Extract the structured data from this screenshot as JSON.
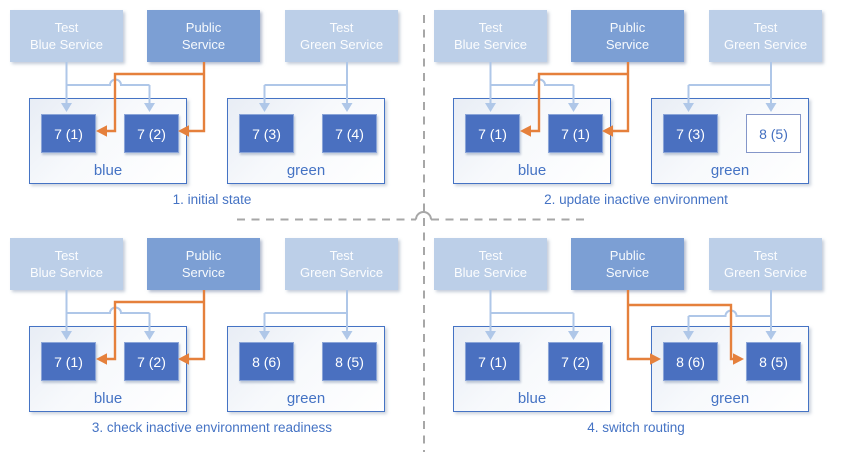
{
  "services": {
    "test_blue": "Test\nBlue Service",
    "public": "Public\nService",
    "test_green": "Test\nGreen Service"
  },
  "panels": [
    {
      "caption": "1. initial state",
      "public_routing": "blue",
      "environments": [
        {
          "name": "blue",
          "pods": [
            {
              "label": "7 (1)",
              "state": "active"
            },
            {
              "label": "7 (2)",
              "state": "active"
            }
          ]
        },
        {
          "name": "green",
          "pods": [
            {
              "label": "7 (3)",
              "state": "active"
            },
            {
              "label": "7 (4)",
              "state": "active"
            }
          ]
        }
      ]
    },
    {
      "caption": "2. update inactive environment",
      "public_routing": "blue",
      "environments": [
        {
          "name": "blue",
          "pods": [
            {
              "label": "7 (1)",
              "state": "active"
            },
            {
              "label": "7 (1)",
              "state": "active"
            }
          ]
        },
        {
          "name": "green",
          "pods": [
            {
              "label": "7 (3)",
              "state": "active"
            },
            {
              "label": "8 (5)",
              "state": "updating"
            }
          ]
        }
      ]
    },
    {
      "caption": "3. check inactive environment readiness",
      "public_routing": "blue",
      "environments": [
        {
          "name": "blue",
          "pods": [
            {
              "label": "7 (1)",
              "state": "active"
            },
            {
              "label": "7 (2)",
              "state": "active"
            }
          ]
        },
        {
          "name": "green",
          "pods": [
            {
              "label": "8 (6)",
              "state": "active"
            },
            {
              "label": "8 (5)",
              "state": "active"
            }
          ]
        }
      ]
    },
    {
      "caption": "4. switch routing",
      "public_routing": "green",
      "environments": [
        {
          "name": "blue",
          "pods": [
            {
              "label": "7 (1)",
              "state": "active"
            },
            {
              "label": "7 (2)",
              "state": "active"
            }
          ]
        },
        {
          "name": "green",
          "pods": [
            {
              "label": "8 (6)",
              "state": "active"
            },
            {
              "label": "8 (5)",
              "state": "active"
            }
          ]
        }
      ]
    }
  ],
  "colors": {
    "accent_blue": "#4573C4",
    "service_light_fill": "#BCCFE8",
    "service_public_fill": "#7C9FD4",
    "pod_fill": "#4A70C0",
    "pod_border": "#8BA5D8",
    "test_connector": "#AFC7E8",
    "public_connector": "#E5803C",
    "divider_gray": "#A7A7A7"
  }
}
